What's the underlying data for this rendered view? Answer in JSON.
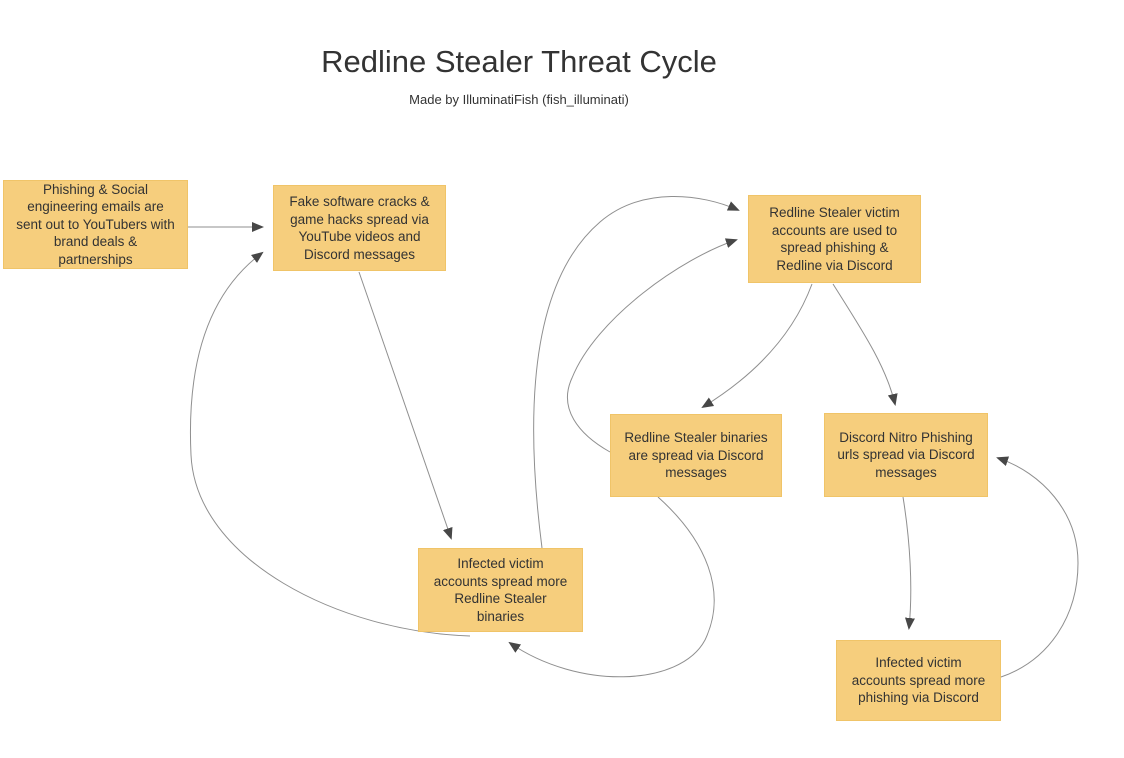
{
  "header": {
    "title": "Redline Stealer Threat Cycle",
    "subtitle": "Made by IlluminatiFish (fish_illuminati)"
  },
  "diagram": {
    "colors": {
      "node_fill": "#f6ce7d",
      "node_border": "#f0c468",
      "edge_color": "#8f8f8f",
      "arrow_color": "#474747",
      "text_color": "#333333"
    },
    "nodes": [
      {
        "id": "phishing-emails",
        "label": "Phishing & Social\nengineering emails are\nsent out to YouTubers with\nbrand deals &\npartnerships"
      },
      {
        "id": "fake-cracks",
        "label": "Fake software cracks &\ngame hacks spread via\nYouTube videos and\nDiscord messages"
      },
      {
        "id": "victim-accounts",
        "label": "Redline Stealer victim\naccounts are used to\nspread phishing &\nRedline via Discord"
      },
      {
        "id": "redline-binaries",
        "label": "Redline Stealer binaries\nare spread via Discord\nmessages"
      },
      {
        "id": "nitro-phishing",
        "label": "Discord Nitro Phishing\nurls spread via Discord\nmessages"
      },
      {
        "id": "infected-spread-binaries",
        "label": "Infected victim\naccounts spread more\nRedline Stealer\nbinaries"
      },
      {
        "id": "infected-spread-phishing",
        "label": "Infected victim\naccounts spread more\nphishing via Discord"
      }
    ],
    "edges": [
      {
        "from": "phishing-emails",
        "to": "fake-cracks"
      },
      {
        "from": "fake-cracks",
        "to": "infected-spread-binaries"
      },
      {
        "from": "infected-spread-binaries",
        "to": "fake-cracks"
      },
      {
        "from": "victim-accounts",
        "to": "redline-binaries"
      },
      {
        "from": "victim-accounts",
        "to": "nitro-phishing"
      },
      {
        "from": "redline-binaries",
        "to": "infected-spread-binaries"
      },
      {
        "from": "infected-spread-binaries",
        "to": "victim-accounts"
      },
      {
        "from": "redline-binaries",
        "to": "victim-accounts"
      },
      {
        "from": "nitro-phishing",
        "to": "infected-spread-phishing"
      },
      {
        "from": "infected-spread-phishing",
        "to": "nitro-phishing"
      }
    ]
  }
}
